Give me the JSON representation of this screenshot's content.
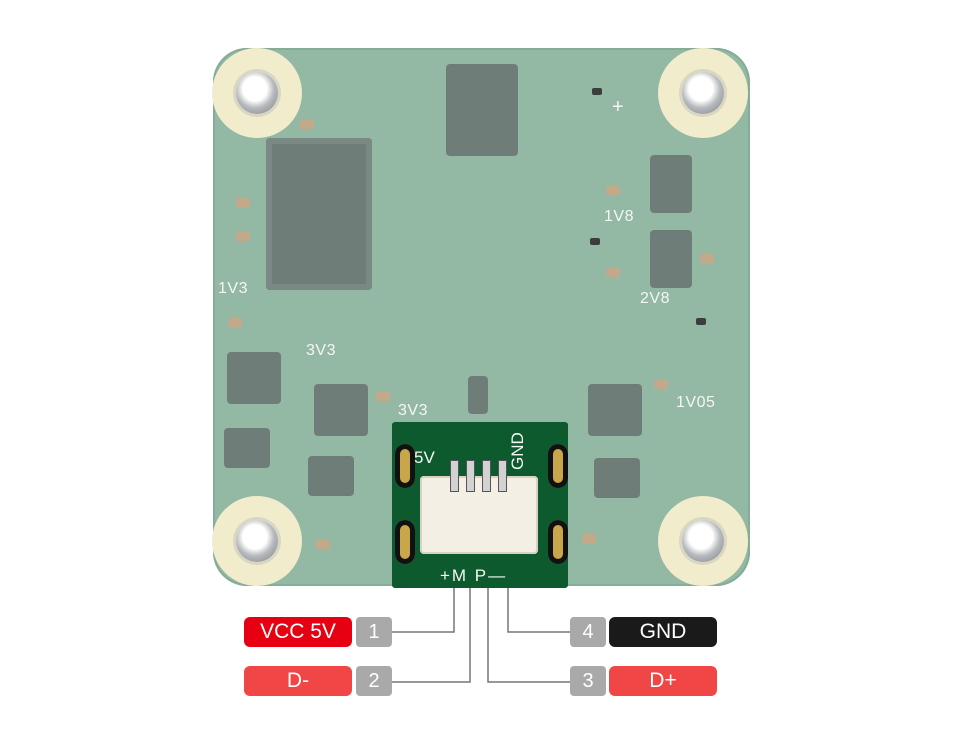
{
  "board": {
    "silkscreen": [
      "+",
      "1V8",
      "2V8",
      "1V3",
      "3V3",
      "3V3",
      "1V05"
    ]
  },
  "adapter": {
    "label_5v": "5V",
    "label_gnd": "GND",
    "label_pins": "+M P—"
  },
  "pinout": [
    {
      "number": "1",
      "label": "VCC 5V",
      "color": "#e60012"
    },
    {
      "number": "2",
      "label": "D-",
      "color": "#f04646"
    },
    {
      "number": "3",
      "label": "D+",
      "color": "#f04646"
    },
    {
      "number": "4",
      "label": "GND",
      "color": "#1a1a1a"
    }
  ]
}
